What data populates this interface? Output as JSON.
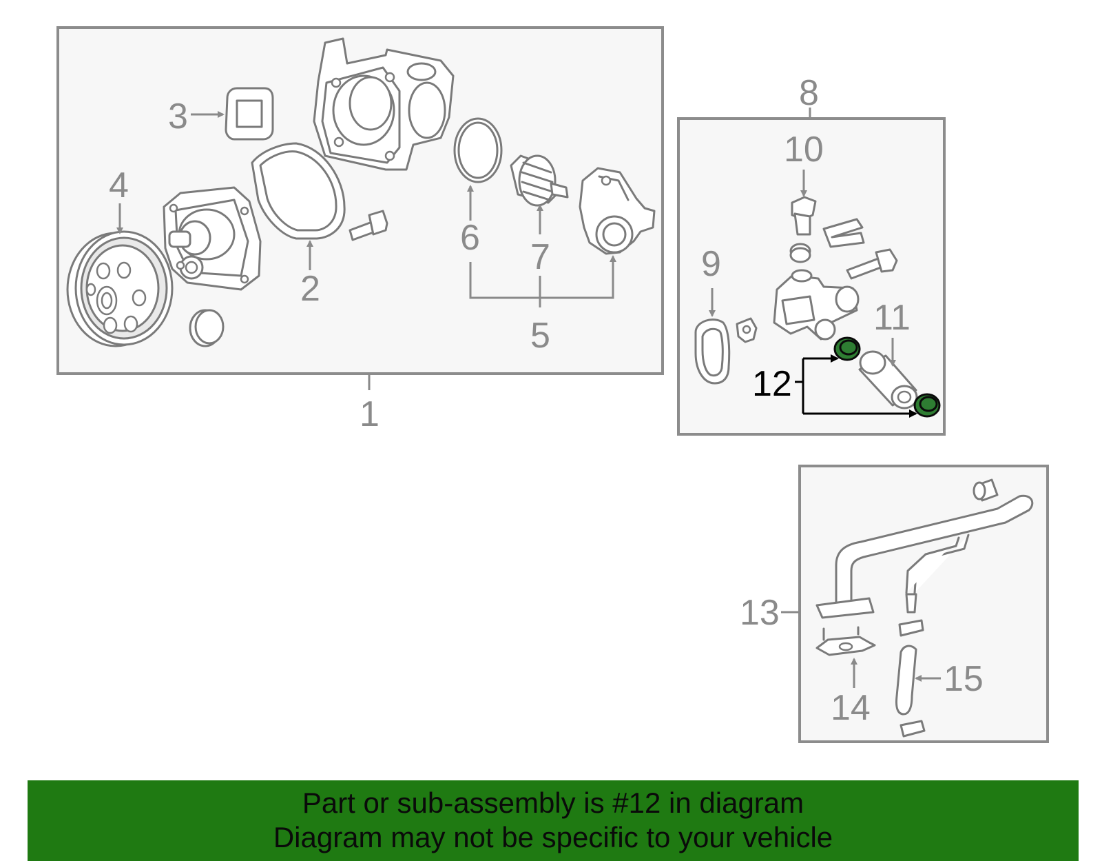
{
  "highlight_color": "#1f7a12",
  "line_color": "#8a8a8a",
  "callouts": {
    "c1": "1",
    "c2": "2",
    "c3": "3",
    "c4": "4",
    "c5": "5",
    "c6": "6",
    "c7": "7",
    "c8": "8",
    "c9": "9",
    "c10": "10",
    "c11": "11",
    "c12": "12",
    "c13": "13",
    "c14": "14",
    "c15": "15"
  },
  "banner": {
    "line1": "Part or sub-assembly is #12 in diagram",
    "line2": "Diagram may not be specific to your vehicle"
  }
}
